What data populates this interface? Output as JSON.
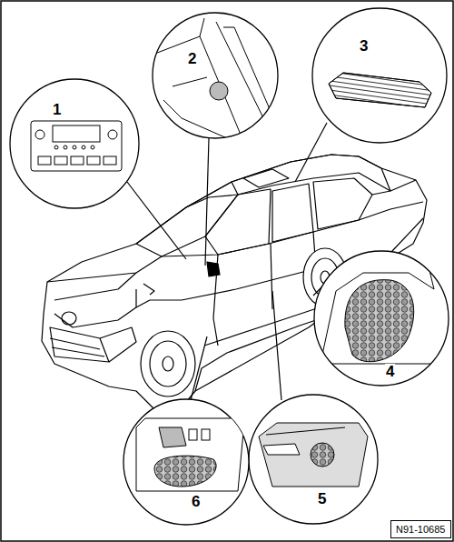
{
  "diagram": {
    "nodes": [
      {
        "text": [
          "N91-10685"
        ]
      }
    ],
    "labels": [
      "1",
      "2",
      "3",
      "4",
      "5",
      "6"
    ]
  }
}
